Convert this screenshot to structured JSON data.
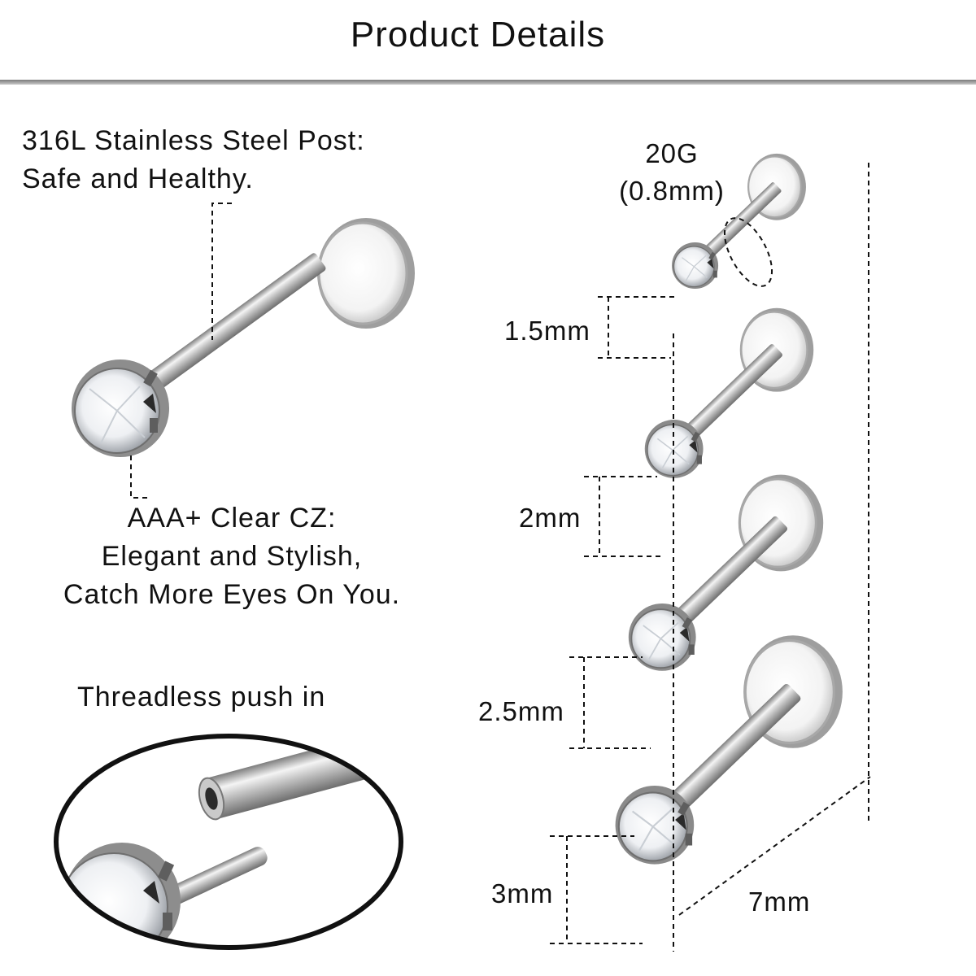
{
  "title": "Product Details",
  "features": {
    "steel_line1": "316L Stainless Steel Post:",
    "steel_line2": "Safe and Healthy.",
    "cz_line1": "AAA+ Clear CZ:",
    "cz_line2": "Elegant and Stylish,",
    "cz_line3": "Catch More Eyes On You.",
    "threadless": "Threadless push in"
  },
  "dimensions": {
    "gauge": "20G",
    "gauge_mm": "(0.8mm)",
    "sizes": [
      "1.5mm",
      "2mm",
      "2.5mm",
      "3mm"
    ],
    "length": "7mm"
  },
  "colors": {
    "text": "#111111",
    "steel": "#c9c9c9",
    "divider": "#8c8c8c"
  }
}
